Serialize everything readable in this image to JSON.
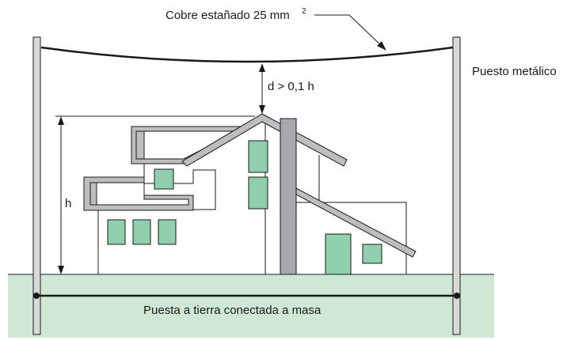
{
  "labels": {
    "cable": "Cobre estañado 25 mm",
    "cable_superscript": "2",
    "post": "Puesto metálico",
    "distance": "d > 0,1 h",
    "height": "h",
    "ground": "Puesta a tierra conectada a masa"
  },
  "colors": {
    "ground_fill": "#cfe8d6",
    "window_fill": "#8fcfae",
    "roof_fill": "#bcbec0",
    "chimney_fill": "#a7a9ac",
    "post_fill": "#d9d9d9",
    "line": "#1a1a1a"
  }
}
